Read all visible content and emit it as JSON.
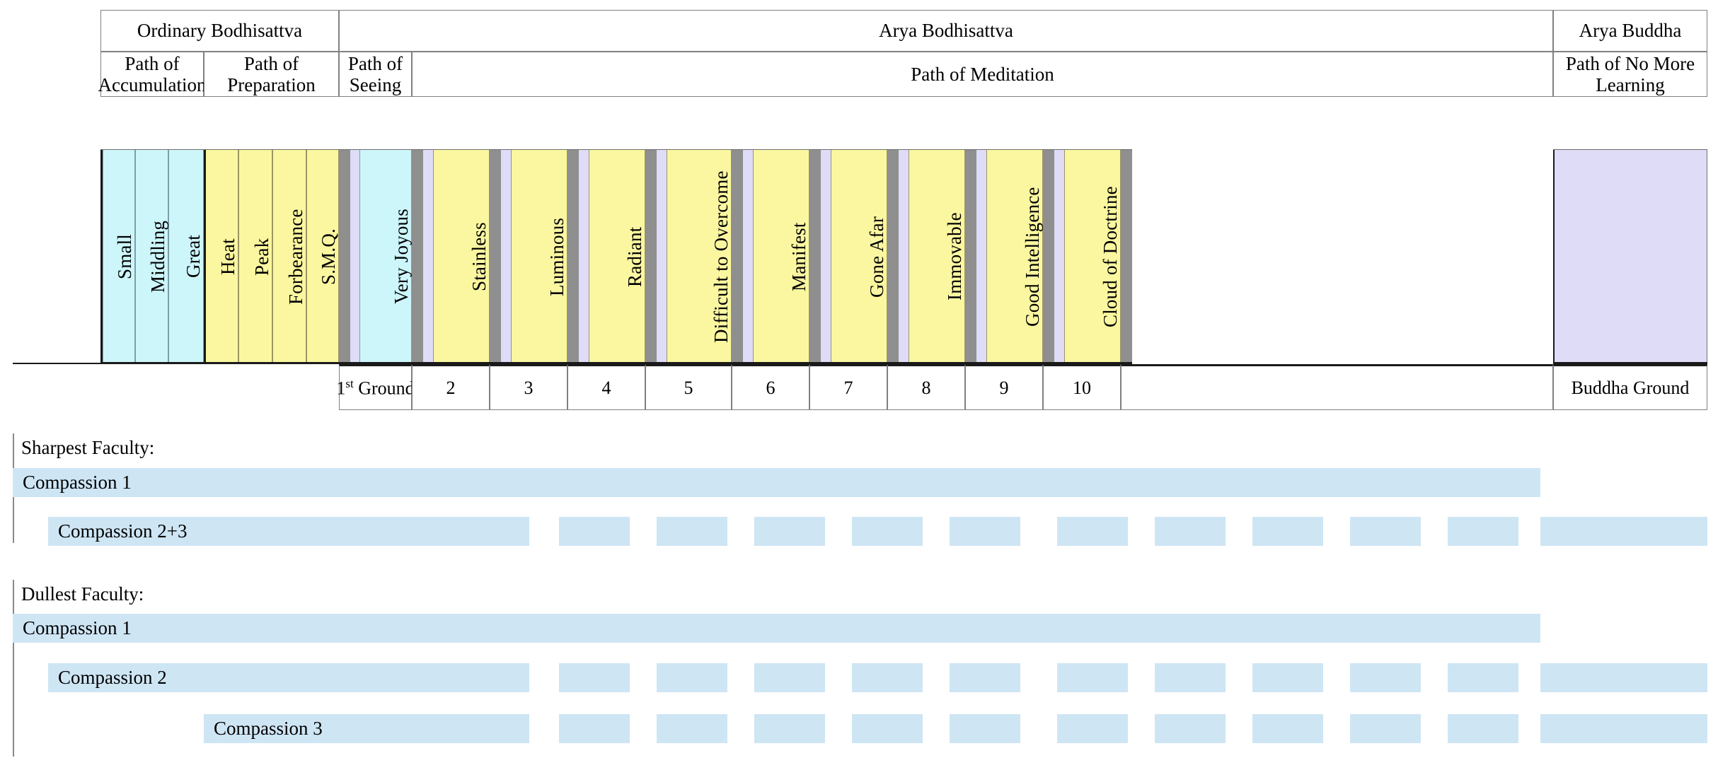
{
  "diagram": {
    "title": "Stages of the Bodhisattva Path",
    "colors": {
      "cyan": "#cdf6fb",
      "yellow": "#fbf7a0",
      "lavender": "#dedcf7",
      "gray": "#8f8f8f",
      "compassion_bar": "#cee5f4",
      "border": "#808080"
    }
  },
  "header": {
    "tier1": [
      {
        "label": "Ordinary Bodhisattva"
      },
      {
        "label": "Arya Bodhisattva"
      },
      {
        "label": "Arya Buddha"
      }
    ],
    "tier2": [
      {
        "label": "Path of Accumulation"
      },
      {
        "label": "Path of Preparation"
      },
      {
        "label": "Path of Seeing"
      },
      {
        "label": "Path of Meditation"
      },
      {
        "label": "Path of No More Learning"
      }
    ]
  },
  "accumulation_stages": [
    "Small",
    "Middling",
    "Great"
  ],
  "preparation_stages": [
    "Heat",
    "Peak",
    "Forbearance",
    "S.M.Q."
  ],
  "bhumis": [
    {
      "name": "Very Joyous",
      "ground": "1st Ground",
      "color": "cyan"
    },
    {
      "name": "Stainless",
      "ground": "2",
      "color": "yellow"
    },
    {
      "name": "Luminous",
      "ground": "3",
      "color": "yellow"
    },
    {
      "name": "Radiant",
      "ground": "4",
      "color": "yellow"
    },
    {
      "name": "Difficult to Overcome",
      "ground": "5",
      "color": "yellow"
    },
    {
      "name": "Manifest",
      "ground": "6",
      "color": "yellow"
    },
    {
      "name": "Gone Afar",
      "ground": "7",
      "color": "yellow"
    },
    {
      "name": "Immovable",
      "ground": "8",
      "color": "yellow"
    },
    {
      "name": "Good Intelligence",
      "ground": "9",
      "color": "yellow"
    },
    {
      "name": "Cloud of Doctrine",
      "ground": "10",
      "color": "yellow"
    }
  ],
  "buddha": {
    "ground": "Buddha Ground"
  },
  "faculty_sections": [
    {
      "title": "Sharpest Faculty:",
      "rows": [
        {
          "label": "Compassion 1",
          "continuous": true
        },
        {
          "label": "Compassion 2+3",
          "continuous": false
        }
      ]
    },
    {
      "title": "Dullest Faculty:",
      "rows": [
        {
          "label": "Compassion 1",
          "continuous": true
        },
        {
          "label": "Compassion 2",
          "continuous": false
        },
        {
          "label": "Compassion 3",
          "continuous": false
        }
      ]
    }
  ],
  "ground_numbers_row_label": "1st Ground"
}
